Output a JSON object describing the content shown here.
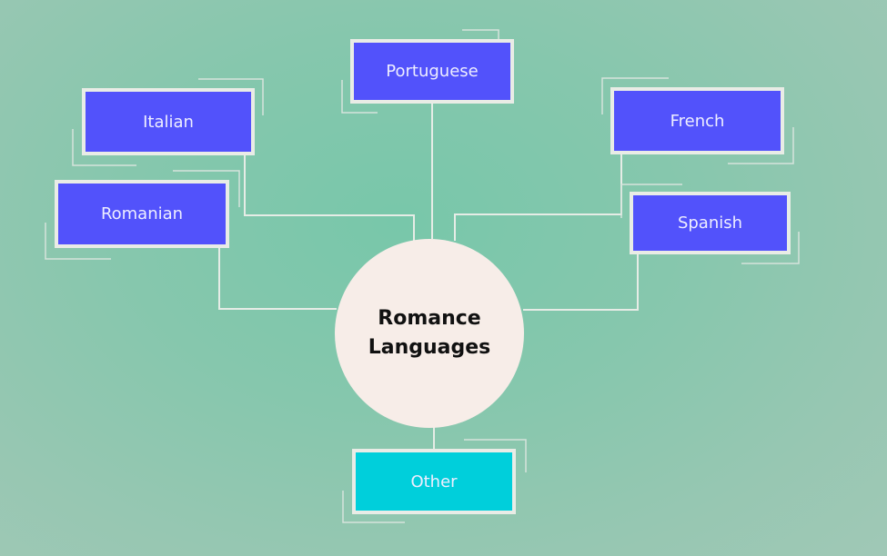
{
  "center": {
    "line1": "Romance",
    "line2": "Languages"
  },
  "nodes": {
    "portuguese": "Portuguese",
    "italian": "Italian",
    "romanian": "Romanian",
    "french": "French",
    "spanish": "Spanish",
    "other": "Other"
  },
  "colors": {
    "node": "#5252fb",
    "other": "#00cfdb",
    "center": "#f7ede8",
    "line": "#e9ece6"
  }
}
